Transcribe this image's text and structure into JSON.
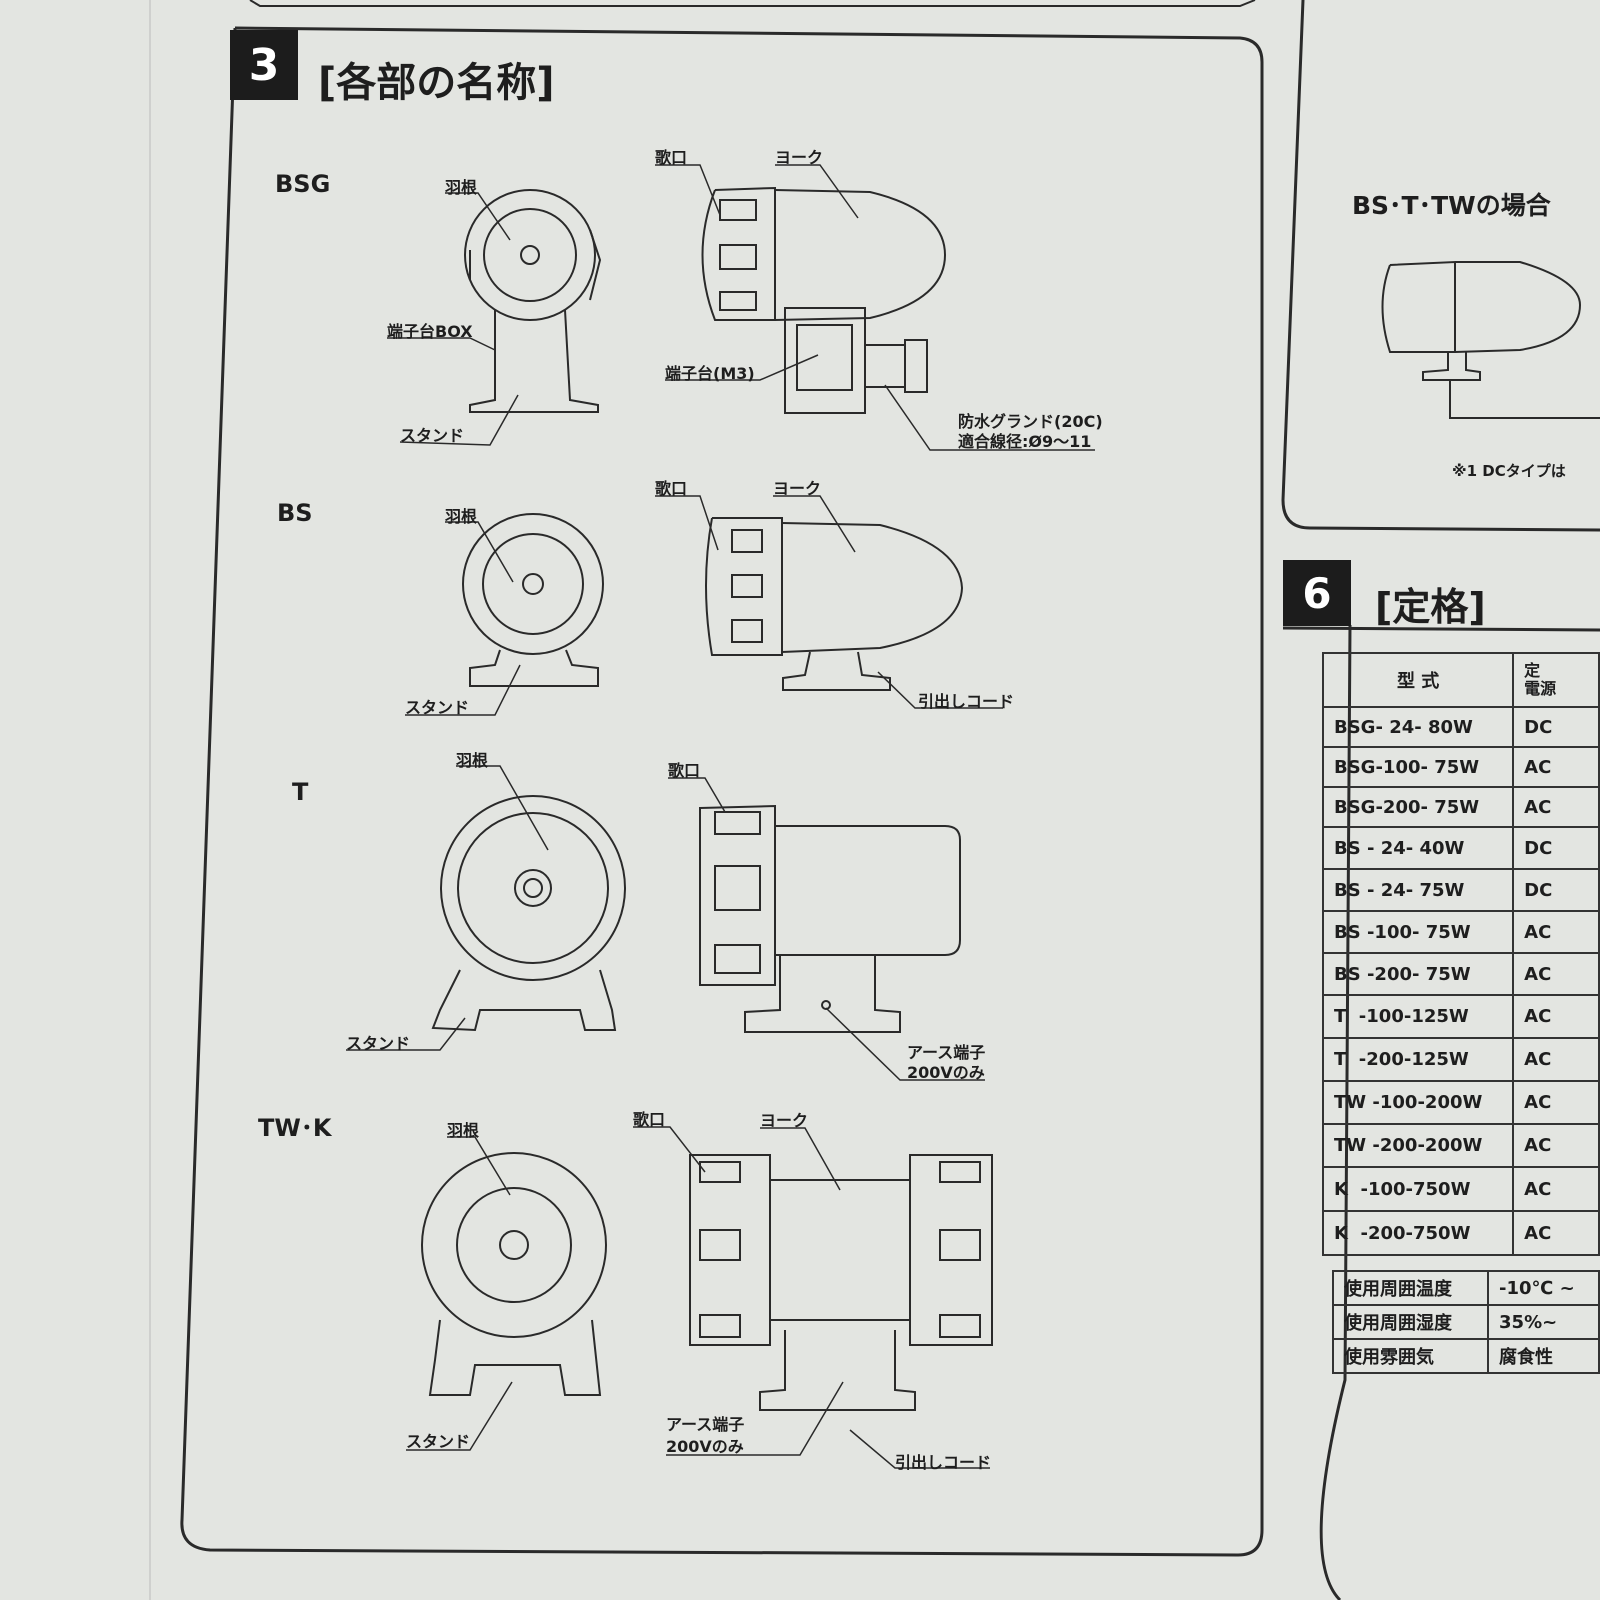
{
  "section3": {
    "number": "3",
    "title": "[各部の名称]",
    "models": {
      "bsg": {
        "name": "BSG",
        "fan": "羽根",
        "terminal_box": "端子台BOX",
        "stand": "スタンド",
        "horn": "歌口",
        "yoke": "ヨーク",
        "terminal_block": "端子台(M3)",
        "gland_line1": "防水グランド(20C)",
        "gland_line2": "適合線径:Ø9〜11"
      },
      "bs": {
        "name": "BS",
        "fan": "羽根",
        "stand": "スタンド",
        "horn": "歌口",
        "yoke": "ヨーク",
        "cord": "引出しコード"
      },
      "t": {
        "name": "T",
        "fan": "羽根",
        "horn": "歌口",
        "stand": "スタンド",
        "earth_line1": "アース端子",
        "earth_line2": "200Vのみ"
      },
      "twk": {
        "name": "TW･K",
        "fan": "羽根",
        "horn": "歌口",
        "yoke": "ヨーク",
        "stand": "スタンド",
        "earth_line1": "アース端子",
        "earth_line2": "200Vのみ",
        "cord": "引出しコード"
      }
    }
  },
  "right_panel": {
    "heading": "BS･T･TWの場合",
    "note": "※1  DCタイプは"
  },
  "section6": {
    "number": "6",
    "title": "[定格]",
    "table": {
      "headers": [
        "型 式",
        "定\n電源"
      ],
      "rows": [
        [
          "BSG- 24- 80W",
          "DC"
        ],
        [
          "BSG-100- 75W",
          "AC"
        ],
        [
          "BSG-200- 75W",
          "AC"
        ],
        [
          "BS - 24- 40W",
          "DC"
        ],
        [
          "BS - 24- 75W",
          "DC"
        ],
        [
          "BS -100- 75W",
          "AC"
        ],
        [
          "BS -200- 75W",
          "AC"
        ],
        [
          "T  -100-125W",
          "AC"
        ],
        [
          "T  -200-125W",
          "AC"
        ],
        [
          "TW -100-200W",
          "AC"
        ],
        [
          "TW -200-200W",
          "AC"
        ],
        [
          "K  -100-750W",
          "AC"
        ],
        [
          "K  -200-750W",
          "AC"
        ]
      ]
    },
    "env_table": [
      [
        "使用周囲温度",
        "-10℃ ~"
      ],
      [
        "使用周囲湿度",
        "35%~"
      ],
      [
        "使用雰囲気",
        "腐食性"
      ]
    ]
  }
}
